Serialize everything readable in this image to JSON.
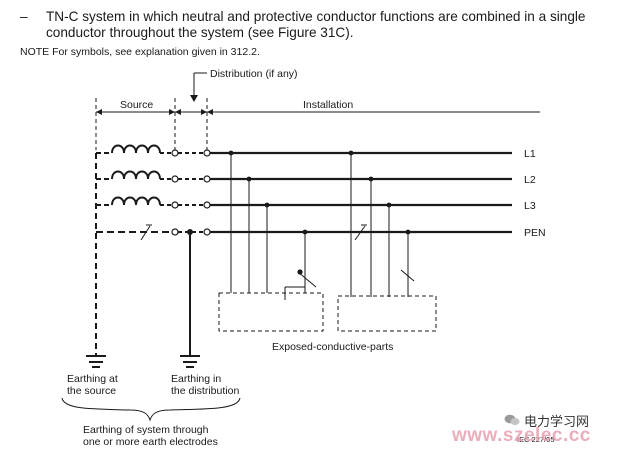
{
  "paragraph": {
    "bullet": "–",
    "text": "TN-C system in which neutral and protective conductor functions are combined in a single conductor throughout the system (see Figure 31C)."
  },
  "note": "NOTE  For symbols, see explanation given in 312.2.",
  "diagram": {
    "labels": {
      "distribution": "Distribution (if any)",
      "source": "Source",
      "installation": "Installation",
      "l1": "L1",
      "l2": "L2",
      "l3": "L3",
      "pen": "PEN",
      "exposed_parts": "Exposed-conductive-parts",
      "earthing_source_1": "Earthing at",
      "earthing_source_2": "the source",
      "earthing_distribution_1": "Earthing in",
      "earthing_distribution_2": "the distribution",
      "earthing_system_1": "Earthing of system through",
      "earthing_system_2": "one or more earth electrodes",
      "iec_ref": "IEC   227/05"
    }
  },
  "watermark": {
    "channel": "电力学习网",
    "url": "www.szelec.cc"
  }
}
